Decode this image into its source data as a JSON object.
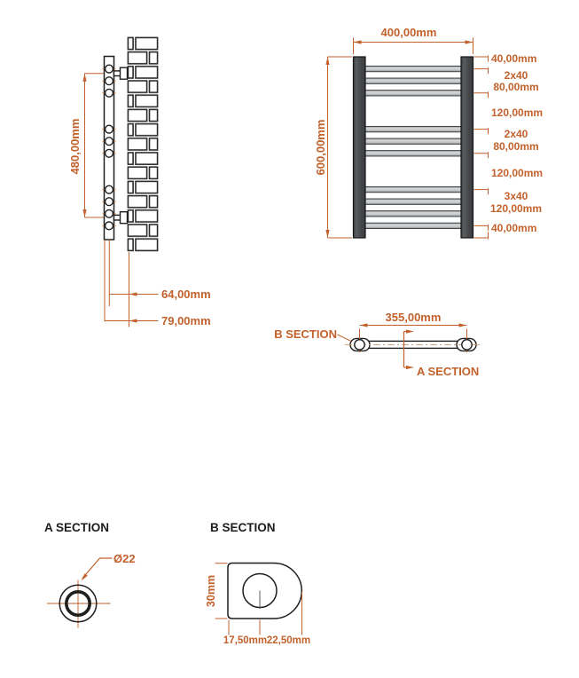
{
  "drawing_title": "towel-radiator-technical-drawing",
  "colors": {
    "accent_orange": "#c2612c",
    "linework": "#1f1f1f",
    "column_gray": "#46484b",
    "rung_gray": "#c8cacc"
  },
  "side_view": {
    "height_label": "480,00mm",
    "wall_offset_tube_label": "64,00mm",
    "wall_offset_edge_label": "79,00mm"
  },
  "front_view": {
    "width_label": "400,00mm",
    "height_label": "600,00mm",
    "right_labels": [
      {
        "line1": "40,00mm"
      },
      {
        "line1": "2x40",
        "line2": "80,00mm"
      },
      {
        "line1": "120,00mm"
      },
      {
        "line1": "2x40",
        "line2": "80,00mm"
      },
      {
        "line1": "120,00mm"
      },
      {
        "line1": "3x40",
        "line2": "120,00mm"
      },
      {
        "line1": "40,00mm"
      }
    ]
  },
  "top_view": {
    "width_label": "355,00mm",
    "b_section_label": "B SECTION",
    "a_section_label": "A SECTION"
  },
  "section_a": {
    "title": "A SECTION",
    "diameter_label": "Ø22"
  },
  "section_b": {
    "title": "B SECTION",
    "height_label": "30mm",
    "dim_left_label": "17,50mm",
    "dim_right_label": "22,50mm"
  }
}
